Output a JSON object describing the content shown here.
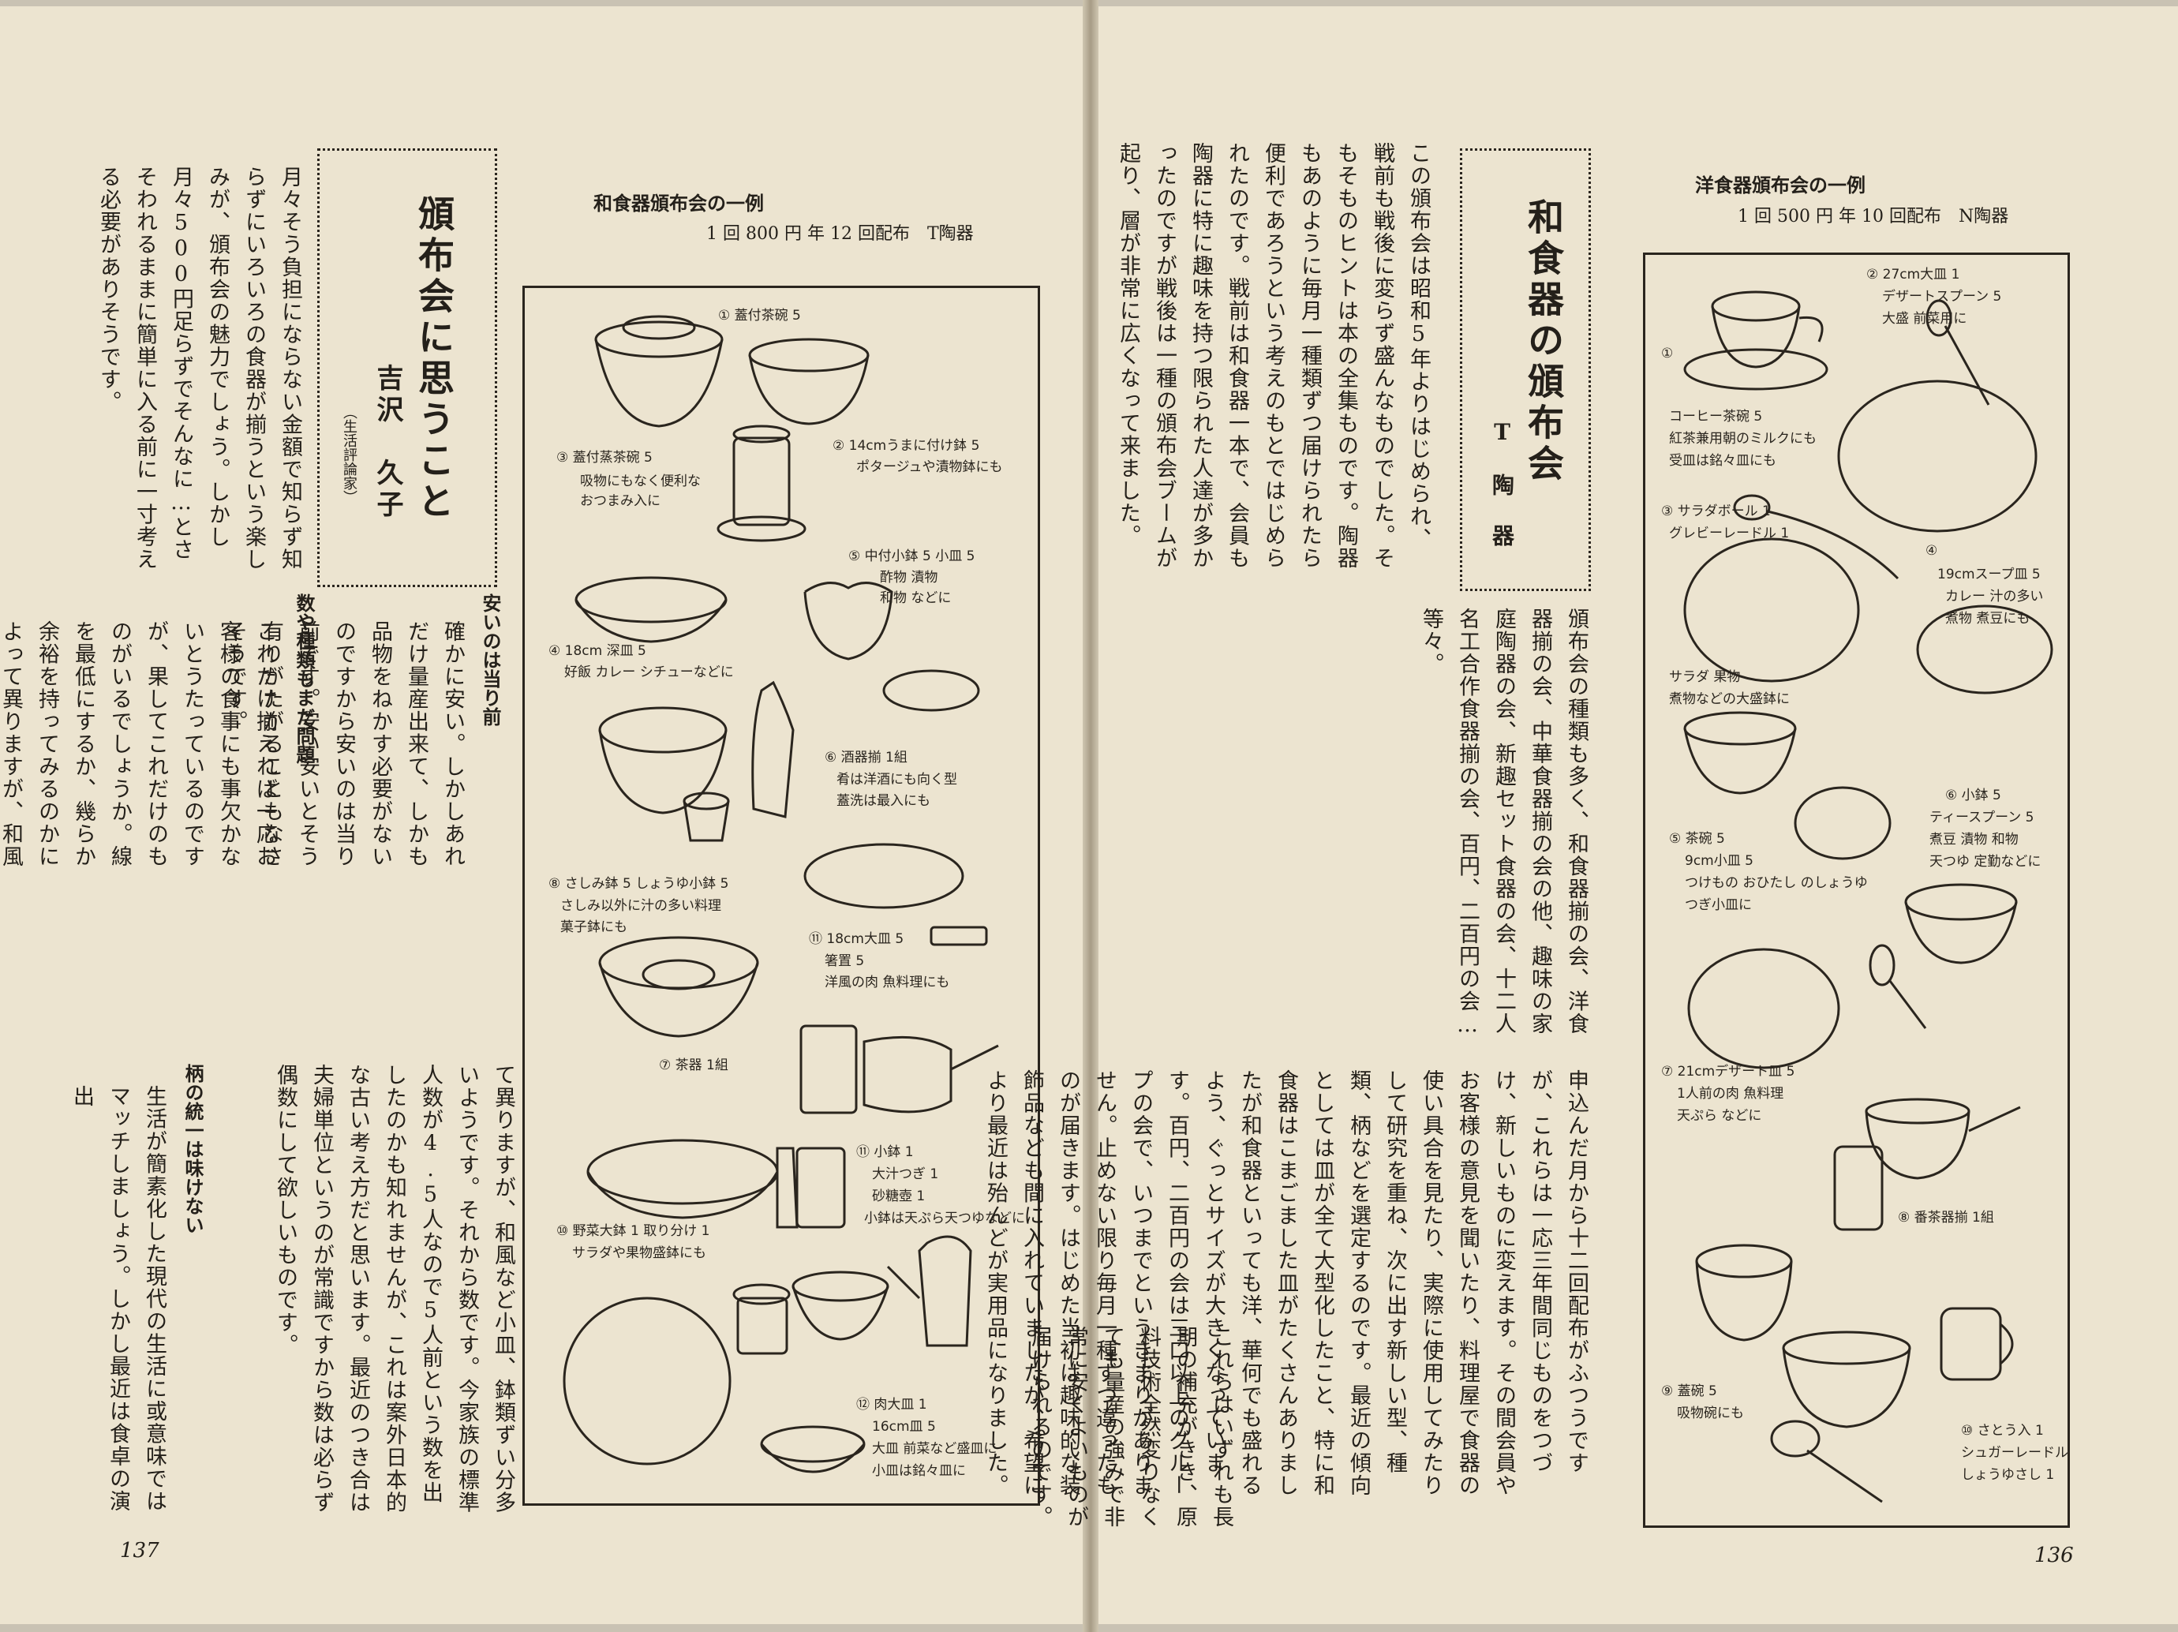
{
  "left_page": {
    "page_number": "137",
    "article": {
      "title": "頒布会に思うこと",
      "author": "吉沢　久子",
      "author_role": "（生活評論家）",
      "intro": "月々そう負担にならない金額で知らず知らずにいろいろの食器が揃うという楽しみが、頒布会の魅力でしょう。しかし月々500円足らずでそんなに…とさそわれるままに簡単に入る前に一寸考える必要がありそうです。",
      "sec1_heading": "安いのは当り前",
      "sec1_body": "確かに安い。しかしあれだけ量産出来て、しかも品物をねかす必要がないのですから安いのは当り前です。安い安いとそう有りがたがることもなさそうです。",
      "sec2_heading": "数や種類もまだ問題",
      "sec2_body": "これだけ揃えれば一応お客様の食事にも事欠かないとうたっているのですが、果してこれだけのものがいるでしょうか。線を最低にするか、幾らか余裕を持ってみるのかによって異りますが、和風など小皿、鉢類ずい分多いようです。それから数です。今家族の標準人数が4.5人なので5人前という数を出したのかも知れませんが、これは案外日本的な古い考え方だと思います。最近のつき合は夫婦単位というのが常識ですから数は必らず偶数にして欲しいものです。",
      "sec3_heading": "柄の統一は味けない",
      "sec3_body": "生活が簡素化した現代の生活に或意味ではマッチしましょう。しかし最近は食卓の演出"
    },
    "figure": {
      "caption": "和食器頒布会の一例",
      "subcaption": "1 回 800 円 年 12 回配布　T陶器",
      "labels": [
        "① 蓋付茶碗 5",
        "③ 蓋付蒸茶碗 5 吸物にもなく便利な おつまみ入に",
        "② 14cmうまに付け鉢 5 ポタージュや漬物鉢にも",
        "⑤ 中付小鉢 5 小皿 5 酢物 漬物 和物 などに",
        "④ 18cm 深皿 5 好飯 カレー シチューなどに",
        "⑥ 酒器揃 1組 肴は洋酒にも向く型 蓋洗は最入にも",
        "⑧ さしみ鉢 5 しょうゆ小鉢 5 さしみ以外に汁の多い料理 菓子鉢にも",
        "⑪ 18cm大皿 5 箸置 5 洋風の肉 魚料理にも",
        "⑦ 茶器 1組",
        "⑪ 小鉢 1 大汁つぎ 1 砂糖壺 1 小鉢は天ぷら天つゆなどに",
        "⑩ 野菜大鉢 1 取り分け 1 サラダや果物盛鉢にも",
        "⑫ 肉大皿 1 16cm皿 5 大皿 前菜など盛皿に 小皿は銘々皿に"
      ]
    }
  },
  "right_page": {
    "page_number": "136",
    "article": {
      "title": "和食器の頒布会",
      "author": "T　陶　器",
      "p1": "この頒布会は昭和5年よりはじめられ、戦前も戦後に変らず盛んなものでした。そもそものヒントは本の全集ものです。陶器もあのように毎月一種類ずつ届けられたら便利であろうという考えのもとではじめられたのです。戦前は和食器一本で、会員も陶器に特に趣味を持つ限られた人達が多かったのですが戦後は一種の頒布会ブームが起り、層が非常に広くなって来ました。",
      "p2": "頒布会の種類も多く、和食器揃の会、洋食器揃の会、中華食器揃の会の他、趣味の家庭陶器の会、新趣セット食器の会、十二人名工合作食器揃の会、百円、二百円の会…等々。",
      "p3": "申込んだ月から十二回配布がふつうですが、これらは一応三年間同じものをつづけ、新しいものに変えます。その間会員やお客様の意見を聞いたり、料理屋で食器の使い具合を見たり、実際に使用してみたりして研究を重ね、次に出す新しい型、種類、柄などを選定するのです。最近の傾向としては皿が全て大型化したこと、特に和食器はこまごました皿がたくさんありましたが和食器といっても洋、華何でも盛れるよう、ぐっとサイズが大きくなっています。百円、二百円の会は三口以上のグループの会で、いつまでというきまりがありません。止めない限り毎月一種ずつ違ったものが届きます。はじめた当初は趣味的な装飾品なども間に入れていましたが、希望により最近は殆んどが実用品になりました。",
      "p4": "これらはいずれも長期の補充がきき、原料技術全然変りなくても量産の強みで非常に安くよいものが届けられるのです。"
    },
    "figure": {
      "caption": "洋食器頒布会の一例",
      "subcaption": "1 回 500 円 年 10 回配布　N陶器",
      "labels": [
        "② 27cm大皿 1 デザートスプーン 5 大盛 前菜用に",
        "① コーヒー茶碗 5 紅茶兼用朝のミルクにも 受皿は銘々皿にも",
        "③ サラダボール 1 グレビーレードル 1",
        "④ 19cmスープ皿 5 カレー 汁の多い 煮物 煮豆にも",
        "サラダ 果物 煮物などの大盛鉢に",
        "⑥ 小鉢 5 ティースプーン 5 煮豆 漬物 和物 天つゆ 定勤などに",
        "⑤ 茶碗 5 9cm小皿 5 つけもの おひたし のしょうゆ つぎ小皿に",
        "⑦ 21cmデザート皿 5 1人前の肉 魚料理 天ぷら などに",
        "⑧ 番茶器揃 1組",
        "⑨ 蓋碗 5 吸物碗にも",
        "⑩ さとう入 1 シュガーレードル 1 しょうゆさし 1"
      ]
    }
  }
}
